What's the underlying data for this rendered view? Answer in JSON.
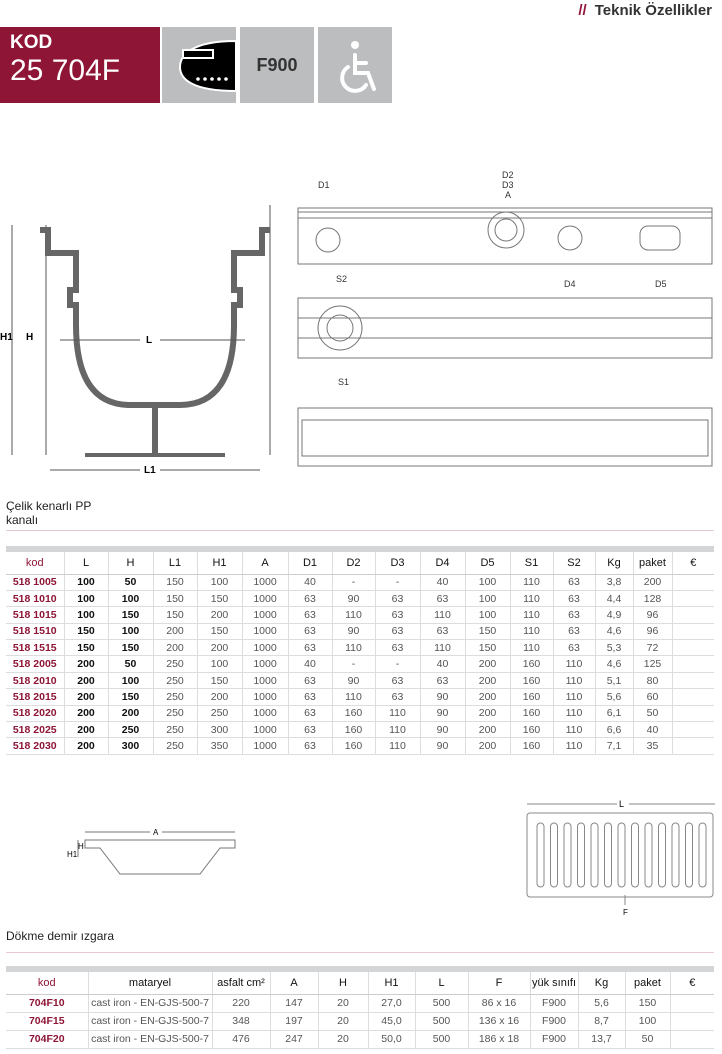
{
  "header": {
    "separator": "//",
    "title": "Teknik Özellikler",
    "kod_label": "KOD",
    "kod_value": "25 704F",
    "load_class": "F900",
    "icons": [
      "vehicle-icon",
      "wheelchair-icon"
    ]
  },
  "drawings": {
    "section_labels": {
      "H1": "H1",
      "H": "H",
      "L": "L",
      "L1": "L1"
    },
    "top_labels": {
      "D1": "D1",
      "D2": "D2",
      "D3": "D3",
      "A": "A",
      "D4": "D4",
      "D5": "D5",
      "S2": "S2",
      "S1": "S1"
    },
    "grate_labels": {
      "A": "A",
      "H": "H",
      "H1": "H1",
      "L": "L",
      "F": "F"
    }
  },
  "channel": {
    "title": "Çelik kenarlı PP kanalı",
    "columns": [
      "kod",
      "L",
      "H",
      "L1",
      "H1",
      "A",
      "D1",
      "D2",
      "D3",
      "D4",
      "D5",
      "S1",
      "S2",
      "Kg",
      "paket",
      "€"
    ],
    "rows": [
      [
        "518 1005",
        "100",
        "50",
        "150",
        "100",
        "1000",
        "40",
        "-",
        "-",
        "40",
        "100",
        "110",
        "63",
        "3,8",
        "200",
        ""
      ],
      [
        "518 1010",
        "100",
        "100",
        "150",
        "150",
        "1000",
        "63",
        "90",
        "63",
        "63",
        "100",
        "110",
        "63",
        "4,4",
        "128",
        ""
      ],
      [
        "518 1015",
        "100",
        "150",
        "150",
        "200",
        "1000",
        "63",
        "110",
        "63",
        "110",
        "100",
        "110",
        "63",
        "4,9",
        "96",
        ""
      ],
      [
        "518 1510",
        "150",
        "100",
        "200",
        "150",
        "1000",
        "63",
        "90",
        "63",
        "63",
        "150",
        "110",
        "63",
        "4,6",
        "96",
        ""
      ],
      [
        "518 1515",
        "150",
        "150",
        "200",
        "200",
        "1000",
        "63",
        "110",
        "63",
        "110",
        "150",
        "110",
        "63",
        "5,3",
        "72",
        ""
      ],
      [
        "518 2005",
        "200",
        "50",
        "250",
        "100",
        "1000",
        "40",
        "-",
        "-",
        "40",
        "200",
        "160",
        "110",
        "4,6",
        "125",
        ""
      ],
      [
        "518 2010",
        "200",
        "100",
        "250",
        "150",
        "1000",
        "63",
        "90",
        "63",
        "63",
        "200",
        "160",
        "110",
        "5,1",
        "80",
        ""
      ],
      [
        "518 2015",
        "200",
        "150",
        "250",
        "200",
        "1000",
        "63",
        "110",
        "63",
        "90",
        "200",
        "160",
        "110",
        "5,6",
        "60",
        ""
      ],
      [
        "518 2020",
        "200",
        "200",
        "250",
        "250",
        "1000",
        "63",
        "160",
        "110",
        "90",
        "200",
        "160",
        "110",
        "6,1",
        "50",
        ""
      ],
      [
        "518 2025",
        "200",
        "250",
        "250",
        "300",
        "1000",
        "63",
        "160",
        "110",
        "90",
        "200",
        "160",
        "110",
        "6,6",
        "40",
        ""
      ],
      [
        "518 2030",
        "200",
        "300",
        "250",
        "350",
        "1000",
        "63",
        "160",
        "110",
        "90",
        "200",
        "160",
        "110",
        "7,1",
        "35",
        ""
      ]
    ]
  },
  "grate": {
    "title": "Dökme demir ızgara",
    "columns": [
      "kod",
      "mataryel",
      "asfalt cm²",
      "A",
      "H",
      "H1",
      "L",
      "F",
      "yük sınıfı",
      "Kg",
      "paket",
      "€"
    ],
    "rows": [
      [
        "704F10",
        "cast iron - EN-GJS-500-7",
        "220",
        "147",
        "20",
        "27,0",
        "500",
        "86 x 16",
        "F900",
        "5,6",
        "150",
        ""
      ],
      [
        "704F15",
        "cast iron - EN-GJS-500-7",
        "348",
        "197",
        "20",
        "45,0",
        "500",
        "136 x 16",
        "F900",
        "8,7",
        "100",
        ""
      ],
      [
        "704F20",
        "cast iron - EN-GJS-500-7",
        "476",
        "247",
        "20",
        "50,0",
        "500",
        "186 x 18",
        "F900",
        "13,7",
        "50",
        ""
      ]
    ]
  }
}
